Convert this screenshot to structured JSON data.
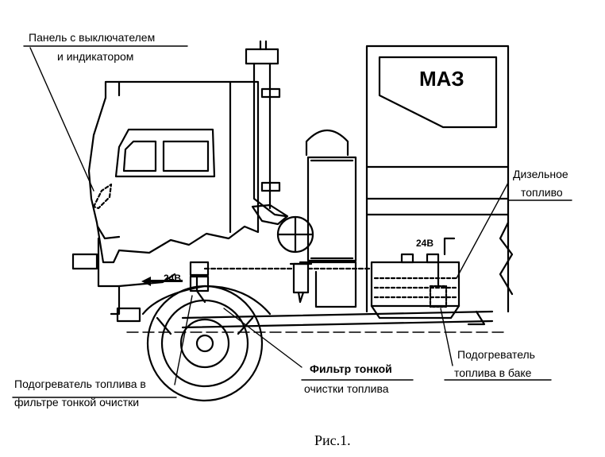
{
  "diagram": {
    "brand": "МАЗ",
    "labels": {
      "panel_line1": "Панель с выключателем",
      "panel_line2": "и индикатором",
      "diesel_line1": "Дизельное",
      "diesel_line2": "топливо",
      "filter_heater_line1": "Подогреватель топлива в",
      "filter_heater_line2": "фильтре тонкой очистки",
      "fine_filter_line1": "Фильтр тонкой",
      "fine_filter_line2": "очистки топлива",
      "tank_heater_line1": "Подогреватель",
      "tank_heater_line2": "топлива в баке",
      "voltage_left": "24В",
      "voltage_right": "24В"
    },
    "caption": "Рис.1."
  }
}
